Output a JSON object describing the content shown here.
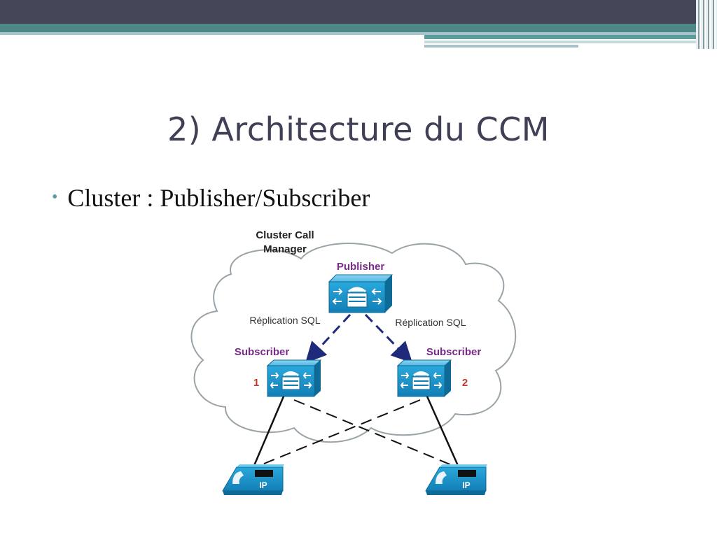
{
  "slide": {
    "title": "2) Architecture du CCM",
    "bullet": "Cluster : Publisher/Subscriber",
    "bullet_symbol": "•"
  },
  "diagram": {
    "cloud_label_line1": "Cluster Call",
    "cloud_label_line2": "Manager",
    "publisher_label": "Publisher",
    "subscriber_left_label": "Subscriber",
    "subscriber_right_label": "Subscriber",
    "subscriber_left_number": "1",
    "subscriber_right_number": "2",
    "replication_left": "Réplication SQL",
    "replication_right": "Réplication SQL",
    "phone_left_text": "IP",
    "phone_right_text": "IP"
  },
  "colors": {
    "title": "#3f3f55",
    "accent_teal": "#4f8686",
    "topbar": "#454658",
    "server_label": "#7a2a8a",
    "number_label": "#c0392b",
    "device_blue": "#1e9fd2",
    "arrow": "#1f2b7a"
  },
  "icons": [
    "call-manager-server-icon",
    "ip-phone-icon",
    "cloud-shape"
  ]
}
